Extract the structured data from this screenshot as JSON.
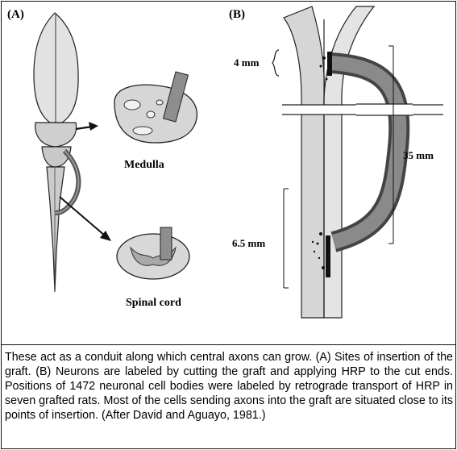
{
  "panel_a": {
    "label": "(A)",
    "medulla_label": "Medulla",
    "spinal_cord_label": "Spinal cord"
  },
  "panel_b": {
    "label": "(B)",
    "dim_top": "4 mm",
    "dim_right": "35 mm",
    "dim_bottom": "6.5 mm"
  },
  "caption": "These act as a conduit along which central axons can grow. (A) Sites of insertion of the graft. (B) Neurons are labeled by cutting the graft and applying HRP to the cut ends. Positions of 1472 neuronal cell bodies were labeled by retrograde transport of HRP in seven grafted rats. Most of the cells sending axons into the graft are situated close to its points of insertion. (After David and Aguayo, 1981.)"
}
